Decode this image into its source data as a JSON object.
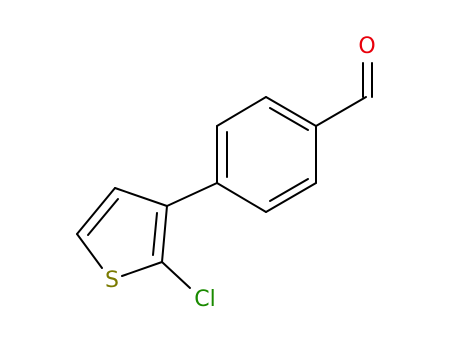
{
  "molecule": {
    "atoms": [
      {
        "id": "O",
        "label": "O",
        "color": "#e8000b"
      },
      {
        "id": "S",
        "label": "S",
        "color": "#7a7a00"
      },
      {
        "id": "Cl",
        "label": "Cl",
        "color": "#1a8a00"
      }
    ],
    "bond_color": "#000000"
  }
}
